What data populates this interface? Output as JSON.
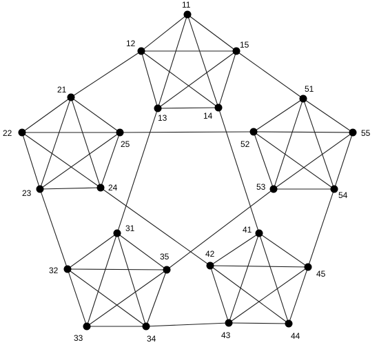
{
  "graph": {
    "vertex_color": "#000000",
    "edge_color": "#1e1e1e",
    "label_color": "#000000",
    "vertices": [
      {
        "id": "11",
        "label": "11"
      },
      {
        "id": "12",
        "label": "12"
      },
      {
        "id": "13",
        "label": "13"
      },
      {
        "id": "14",
        "label": "14"
      },
      {
        "id": "15",
        "label": "15"
      },
      {
        "id": "21",
        "label": "21"
      },
      {
        "id": "22",
        "label": "22"
      },
      {
        "id": "23",
        "label": "23"
      },
      {
        "id": "24",
        "label": "24"
      },
      {
        "id": "25",
        "label": "25"
      },
      {
        "id": "31",
        "label": "31"
      },
      {
        "id": "32",
        "label": "32"
      },
      {
        "id": "33",
        "label": "33"
      },
      {
        "id": "34",
        "label": "34"
      },
      {
        "id": "35",
        "label": "35"
      },
      {
        "id": "41",
        "label": "41"
      },
      {
        "id": "42",
        "label": "42"
      },
      {
        "id": "43",
        "label": "43"
      },
      {
        "id": "44",
        "label": "44"
      },
      {
        "id": "45",
        "label": "45"
      },
      {
        "id": "51",
        "label": "51"
      },
      {
        "id": "52",
        "label": "52"
      },
      {
        "id": "53",
        "label": "53"
      },
      {
        "id": "54",
        "label": "54"
      },
      {
        "id": "55",
        "label": "55"
      }
    ],
    "edges": [
      [
        "11",
        "12"
      ],
      [
        "11",
        "13"
      ],
      [
        "11",
        "14"
      ],
      [
        "11",
        "15"
      ],
      [
        "12",
        "13"
      ],
      [
        "12",
        "14"
      ],
      [
        "12",
        "15"
      ],
      [
        "13",
        "14"
      ],
      [
        "13",
        "15"
      ],
      [
        "14",
        "15"
      ],
      [
        "21",
        "22"
      ],
      [
        "21",
        "23"
      ],
      [
        "21",
        "24"
      ],
      [
        "21",
        "25"
      ],
      [
        "22",
        "23"
      ],
      [
        "22",
        "24"
      ],
      [
        "22",
        "25"
      ],
      [
        "23",
        "24"
      ],
      [
        "23",
        "25"
      ],
      [
        "24",
        "25"
      ],
      [
        "31",
        "32"
      ],
      [
        "31",
        "33"
      ],
      [
        "31",
        "34"
      ],
      [
        "31",
        "35"
      ],
      [
        "32",
        "33"
      ],
      [
        "32",
        "34"
      ],
      [
        "32",
        "35"
      ],
      [
        "33",
        "34"
      ],
      [
        "33",
        "35"
      ],
      [
        "34",
        "35"
      ],
      [
        "41",
        "42"
      ],
      [
        "41",
        "43"
      ],
      [
        "41",
        "44"
      ],
      [
        "41",
        "45"
      ],
      [
        "42",
        "43"
      ],
      [
        "42",
        "44"
      ],
      [
        "42",
        "45"
      ],
      [
        "43",
        "44"
      ],
      [
        "43",
        "45"
      ],
      [
        "44",
        "45"
      ],
      [
        "51",
        "52"
      ],
      [
        "51",
        "53"
      ],
      [
        "51",
        "54"
      ],
      [
        "51",
        "55"
      ],
      [
        "52",
        "53"
      ],
      [
        "52",
        "54"
      ],
      [
        "52",
        "55"
      ],
      [
        "53",
        "54"
      ],
      [
        "53",
        "55"
      ],
      [
        "54",
        "55"
      ],
      [
        "12",
        "21"
      ],
      [
        "15",
        "51"
      ],
      [
        "23",
        "32"
      ],
      [
        "54",
        "45"
      ],
      [
        "34",
        "43"
      ],
      [
        "25",
        "52"
      ],
      [
        "13",
        "31"
      ],
      [
        "14",
        "41"
      ],
      [
        "24",
        "42"
      ],
      [
        "53",
        "35"
      ]
    ]
  }
}
